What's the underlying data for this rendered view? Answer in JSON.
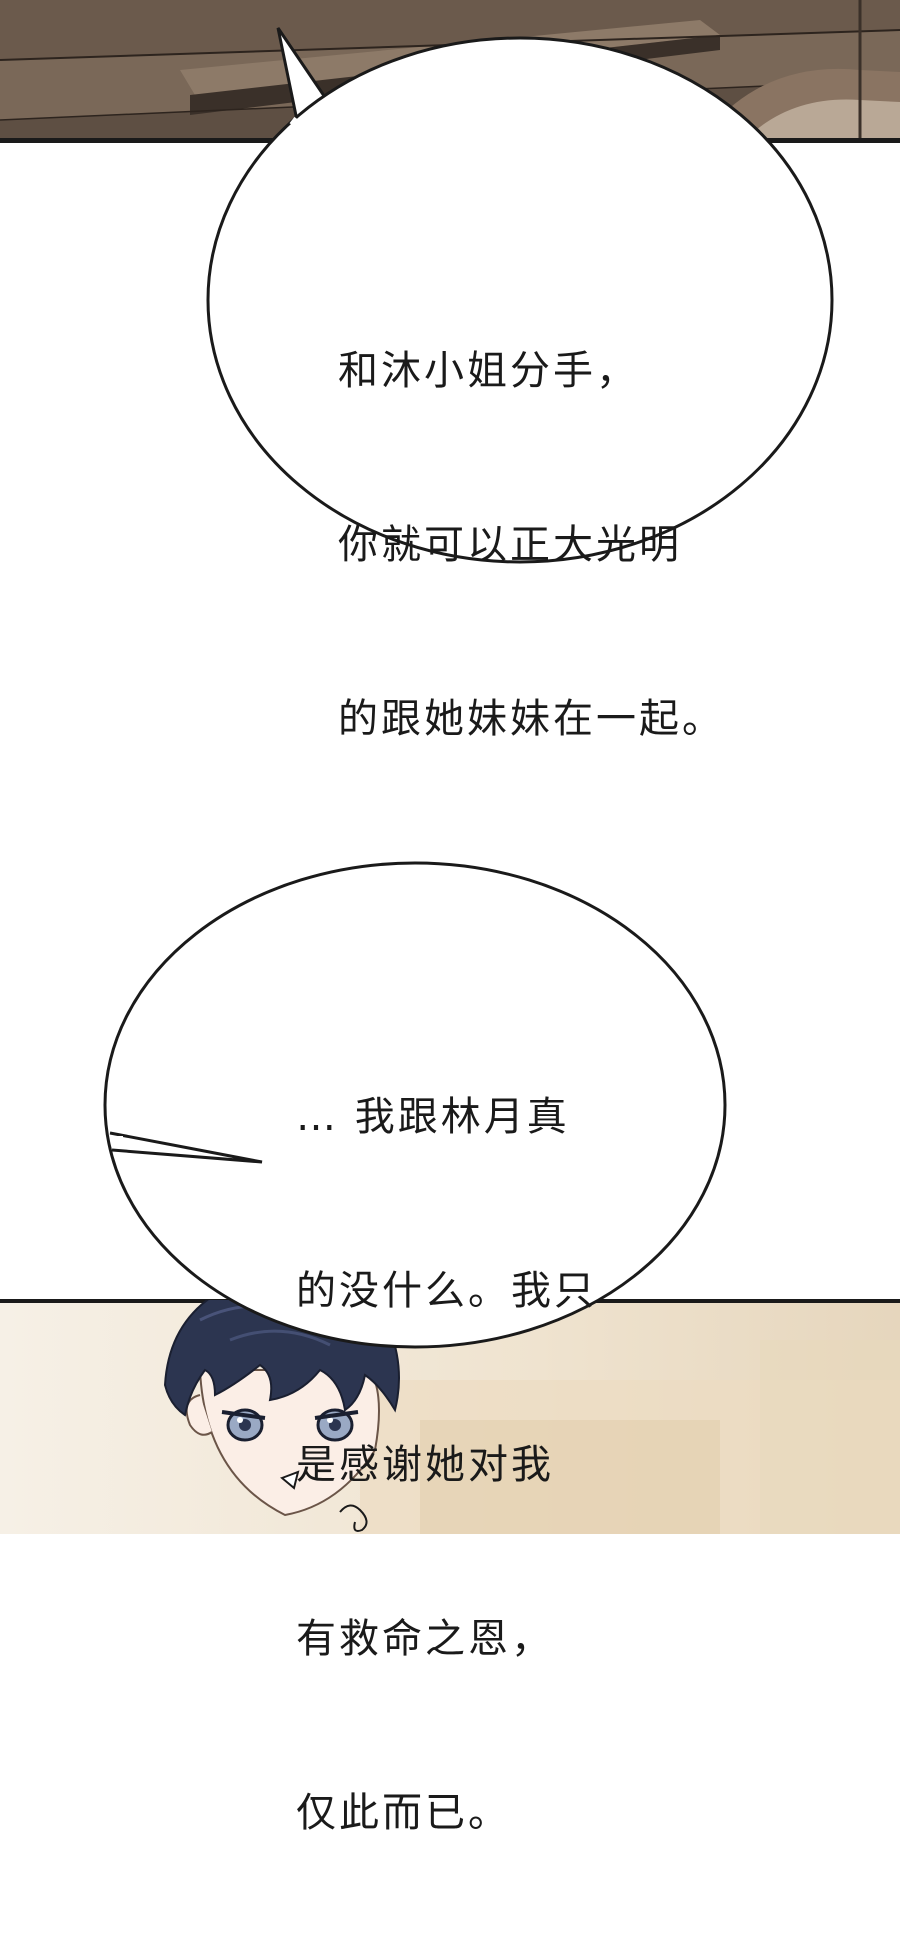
{
  "bubbles": [
    {
      "lines": [
        "和沐小姐分手，",
        "你就可以正大光明",
        "的跟她妹妹在一起。"
      ]
    },
    {
      "lines": [
        "… 我跟林月真",
        "的没什么。我只",
        "是感谢她对我",
        "有救命之恩，",
        "仅此而已。"
      ]
    }
  ],
  "colors": {
    "ink": "#1a1a1a",
    "ceiling": "#5b4c40",
    "hair": "#2c3550",
    "eyes": "#9aa9c4",
    "skin": "#fbeee6",
    "room": "#efe4d2"
  }
}
